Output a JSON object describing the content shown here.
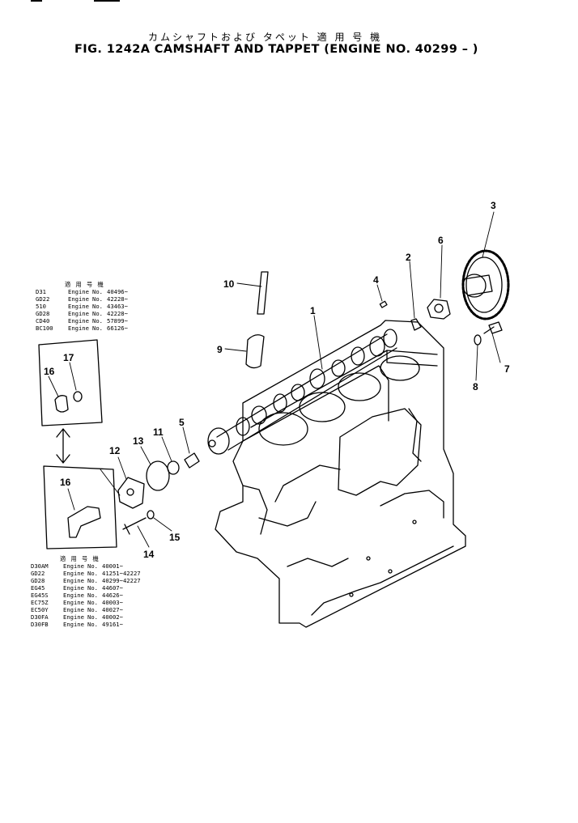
{
  "header": {
    "title_jp": "カムシャフトおよび タペット 適 用 号 機",
    "title_en": "FIG. 1242A  CAMSHAFT AND TAPPET (ENGINE NO. 40299 – )"
  },
  "applicability_upper": {
    "header": "適 用 号 機",
    "rows": [
      {
        "model": "D31",
        "engine": "Engine",
        "no": "No.",
        "range": "40496~"
      },
      {
        "model": "GD22",
        "engine": "Engine",
        "no": "No.",
        "range": "42228~"
      },
      {
        "model": "510",
        "engine": "Engine",
        "no": "No.",
        "range": "43463~"
      },
      {
        "model": "GD28",
        "engine": "Engine",
        "no": "No.",
        "range": "42228~"
      },
      {
        "model": "CD40",
        "engine": "Engine",
        "no": "No.",
        "range": "57899~"
      },
      {
        "model": "BC100",
        "engine": "Engine",
        "no": "No.",
        "range": "66126~"
      }
    ]
  },
  "applicability_lower": {
    "header": "適 用 号 機",
    "rows": [
      {
        "model": "D30AM",
        "engine": "Engine",
        "no": "No.",
        "range": "40001~"
      },
      {
        "model": "GD22",
        "engine": "Engine",
        "no": "No.",
        "range": "41251~42227"
      },
      {
        "model": "GD28",
        "engine": "Engine",
        "no": "No.",
        "range": "40299~42227"
      },
      {
        "model": "EG45",
        "engine": "Engine",
        "no": "No.",
        "range": "44607~"
      },
      {
        "model": "EG45S",
        "engine": "Engine",
        "no": "No.",
        "range": "44626~"
      },
      {
        "model": "EC75Z",
        "engine": "Engine",
        "no": "No.",
        "range": "40003~"
      },
      {
        "model": "EC50Y",
        "engine": "Engine",
        "no": "No.",
        "range": "40027~"
      },
      {
        "model": "D30FA",
        "engine": "Engine",
        "no": "No.",
        "range": "40002~"
      },
      {
        "model": "D30FB",
        "engine": "Engine",
        "no": "No.",
        "range": "49161~"
      }
    ]
  },
  "callouts": [
    "1",
    "2",
    "3",
    "4",
    "5",
    "6",
    "7",
    "8",
    "9",
    "10",
    "11",
    "12",
    "13",
    "14",
    "15",
    "16",
    "17",
    "16"
  ]
}
